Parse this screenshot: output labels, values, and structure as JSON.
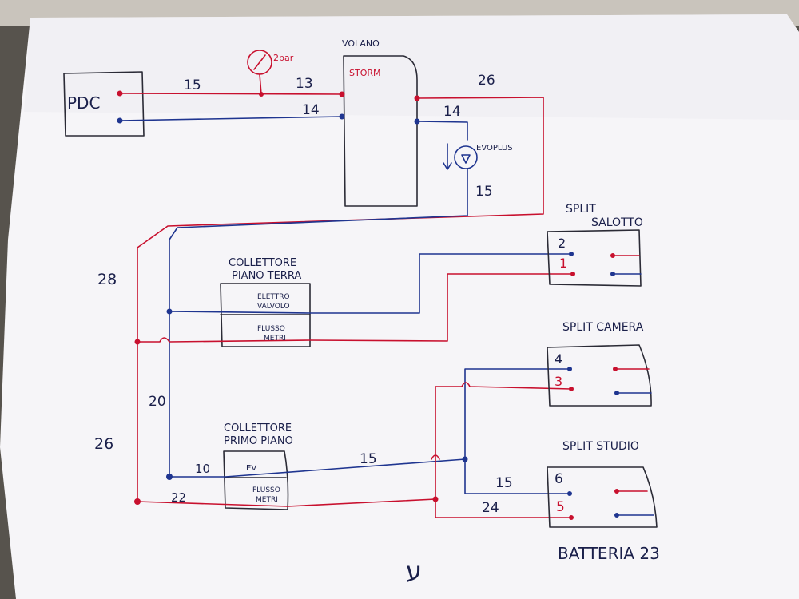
{
  "colors": {
    "paper": "#f6f5f8",
    "ink": "#1a1f4a",
    "red": "#c8102e",
    "blue": "#1f3590",
    "dark": "#2b2b36"
  },
  "components": {
    "pdc": "PDC",
    "volano_top": "VOLANO",
    "volano_bottom": "STORM",
    "pressure_gauge": "2bar",
    "pump": "EVOPLUS",
    "split_salotto_1": "SPLIT",
    "split_salotto_2": "SALOTTO",
    "split_camera": "SPLIT CAMERA",
    "split_studio": "SPLIT STUDIO",
    "coll_pt_1": "COLLETTORE",
    "coll_pt_2": "PIANO TERRA",
    "elettrovalvola_1": "ELETTRO",
    "elettrovalvola_2": "VALVOLO",
    "flussometri_1": "FLUSSO",
    "flussometri_2": "METRI",
    "coll_pp_1": "COLLETTORE",
    "coll_pp_2": "PRIMO PIANO",
    "ev": "EV",
    "flussometri_pp_1": "FLUSSO",
    "flussometri_pp_2": "METRI",
    "batteria": "BATTERIA 23"
  },
  "labels": {
    "l15_top": "15",
    "l13": "13",
    "l14_pdc": "14",
    "l26_top": "26",
    "l14_pump": "14",
    "l15_pump": "15",
    "l28_left": "28",
    "l26_left": "26",
    "l20": "20",
    "l10": "10",
    "l22": "22",
    "l15_mid": "15",
    "l15_studio": "15",
    "l24": "24",
    "port_sal_2": "2",
    "port_sal_1": "1",
    "port_cam_4": "4",
    "port_cam_3": "3",
    "port_stu_6": "6",
    "port_stu_5": "5",
    "scribble": "ע"
  }
}
